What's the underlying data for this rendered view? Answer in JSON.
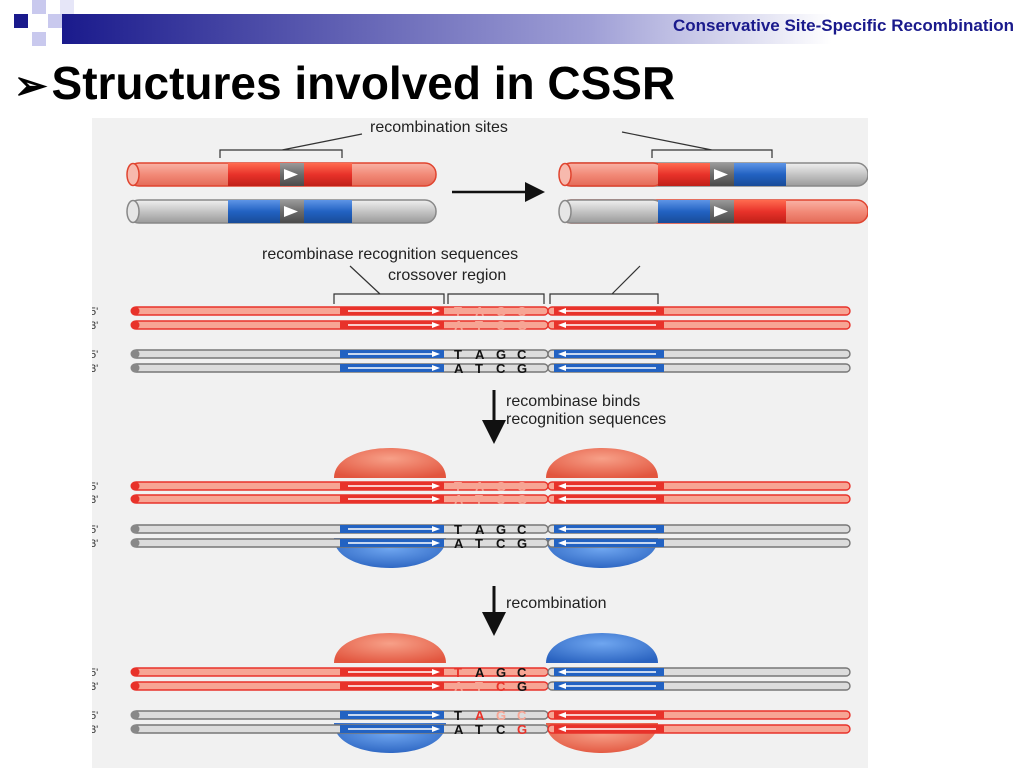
{
  "slide": {
    "header_title": "Conservative Site-Specific Recombination",
    "bullet": "➢",
    "title": "Structures involved in CSSR"
  },
  "figure": {
    "label_sites": "recombination sites",
    "label_recognition": "recombinase recognition sequences",
    "label_crossover": "crossover region",
    "step1": [
      "recombinase binds",
      "recognition sequences"
    ],
    "step2": "recombination",
    "strand_5": "5'",
    "strand_3": "3'",
    "top_seq": [
      "T",
      "A",
      "G",
      "C"
    ],
    "bottom_seq": [
      "A",
      "T",
      "C",
      "G"
    ]
  },
  "colors": {
    "red": "#e8322a",
    "light_red": "#f59584",
    "blue": "#2262c2",
    "gray": "#b8b8b8",
    "header_blue": "#1a1a8c"
  }
}
